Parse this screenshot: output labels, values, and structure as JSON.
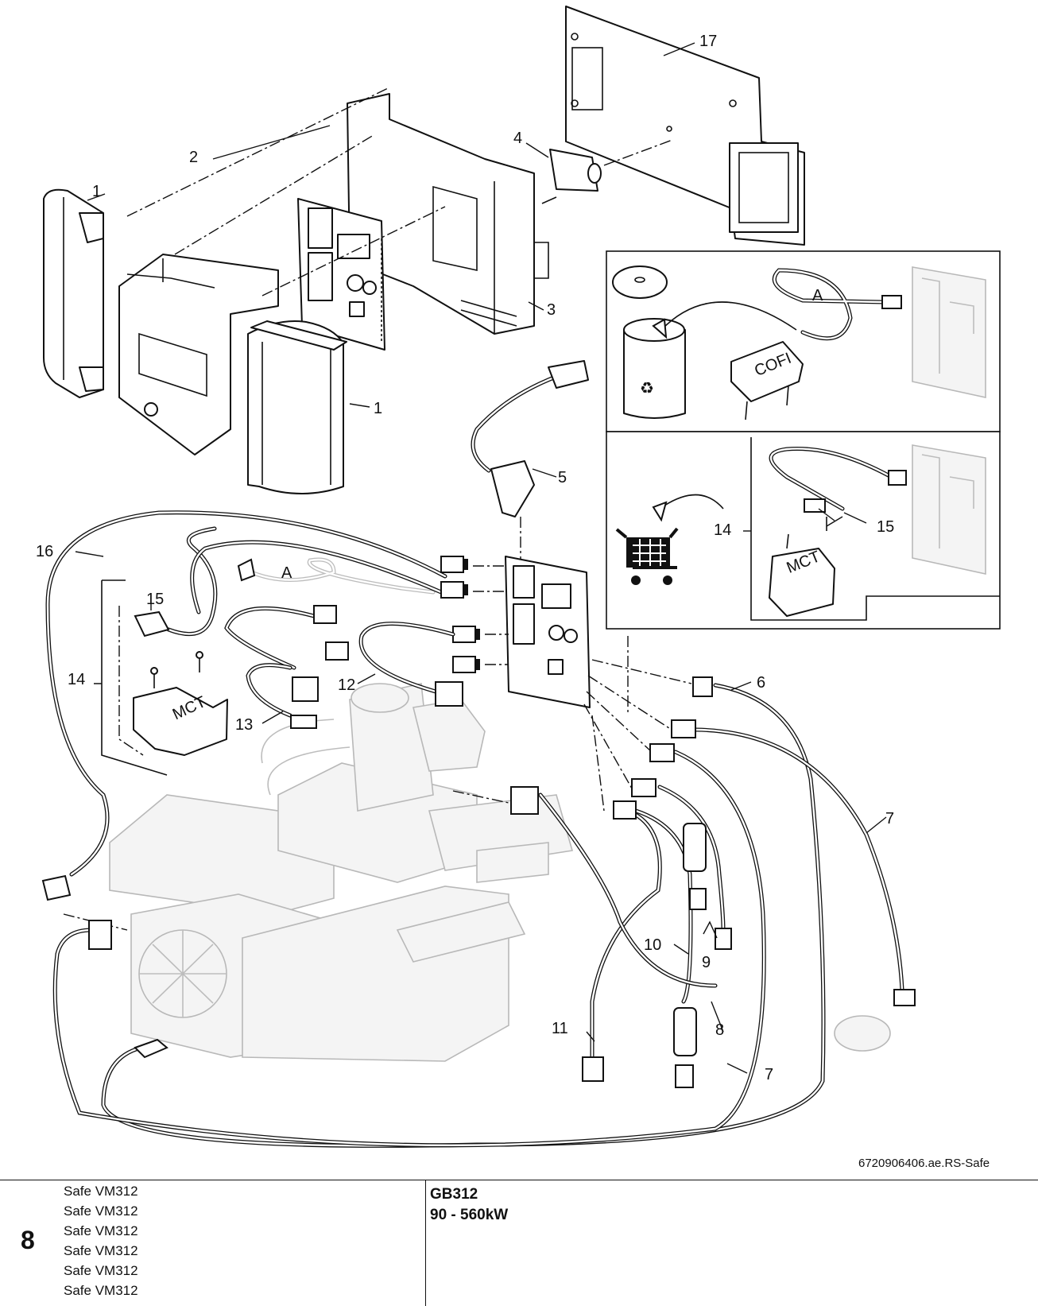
{
  "diagram": {
    "callouts": {
      "c1a": "1",
      "c1b": "1",
      "c2": "2",
      "c3": "3",
      "c4": "4",
      "c5": "5",
      "c6": "6",
      "c7a": "7",
      "c7b": "7",
      "c8": "8",
      "c9": "9",
      "c10": "10",
      "c11": "11",
      "c12": "12",
      "c13": "13",
      "c14a": "14",
      "c14b": "14",
      "c15a": "15",
      "c15b": "15",
      "c16": "16",
      "c17": "17",
      "cAa": "A",
      "cAb": "A"
    },
    "transformer_labels": {
      "cofi": "COFI",
      "mct_a": "MCT",
      "mct_b": "MCT"
    },
    "reference": "6720906406.ae.RS-Safe"
  },
  "footer": {
    "page_number": "8",
    "models": [
      "Safe VM312",
      "Safe VM312",
      "Safe VM312",
      "Safe VM312",
      "Safe VM312",
      "Safe VM312"
    ],
    "title": "GB312",
    "power_range": "90 - 560kW"
  }
}
